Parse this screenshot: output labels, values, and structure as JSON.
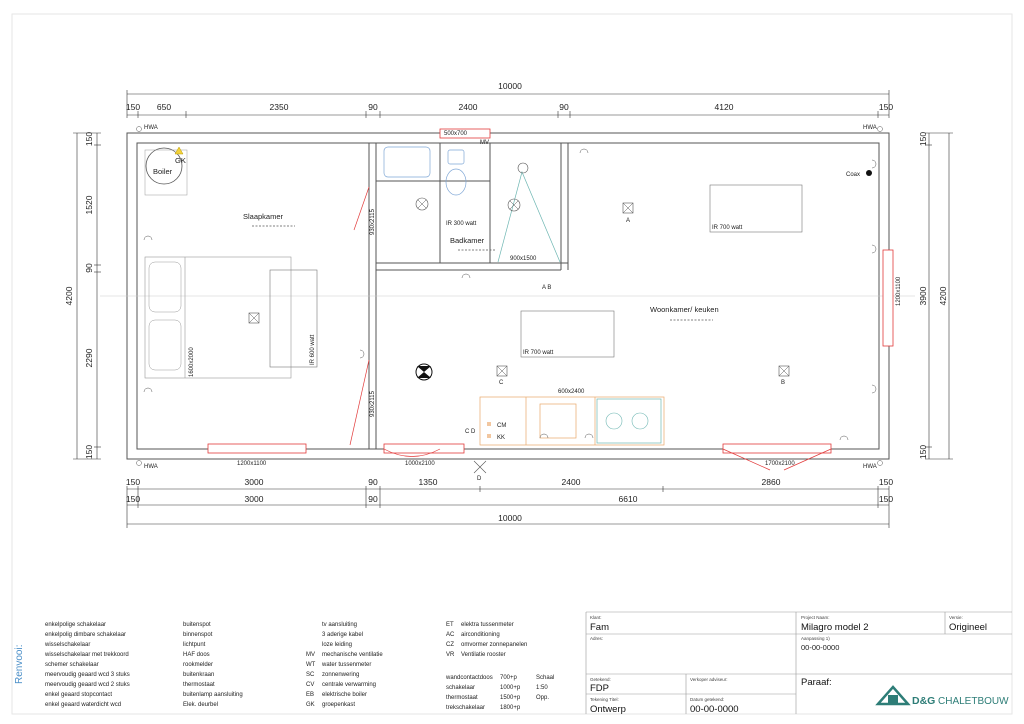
{
  "colors": {
    "line": "#555555",
    "accent": "#e23b3b",
    "logo": "#2d7d77",
    "kitchen": "#e9a86a",
    "legend_title": "#4b8fc8"
  },
  "dimensions": {
    "top_total": "10000",
    "top_segments": [
      "150",
      "650",
      "2350",
      "90",
      "2400",
      "90",
      "4120",
      "150"
    ],
    "bottom_row1": [
      "150",
      "3000",
      "90",
      "1350",
      "2400",
      "2860",
      "150"
    ],
    "bottom_row2": [
      "150",
      "3000",
      "90",
      "6610",
      "150"
    ],
    "bottom_total": "10000",
    "left_segments": [
      "150",
      "1520",
      "90",
      "2290",
      "150"
    ],
    "left_total": "4200",
    "right_segments": [
      "150",
      "3900",
      "150"
    ],
    "right_total": "4200"
  },
  "labels": {
    "hwa": "HWA",
    "boiler": "Boiler",
    "gk": "GK",
    "mv": "MV",
    "mv_size": "500x700",
    "coax": "Coax",
    "slaapkamer": "Slaapkamer",
    "badkamer": "Badkamer",
    "woonkamer": "Woonkamer/ keuken",
    "ir300": "IR 300 watt",
    "ir700a": "IR 700 watt",
    "ir700b": "IR 700 watt",
    "ir600": "IR 600 watt",
    "shower": "900x1500",
    "bed": "1600x2000",
    "door_bed_bath": "930x2115",
    "door_bed_live": "930x2115",
    "window_right": "1200x1100",
    "window_b1": "1200x1100",
    "window_b2": "1000x2100",
    "window_b3": "1700x2100",
    "kitchen": "600x2400",
    "a": "A",
    "ab": "A B",
    "b": "B",
    "c": "C",
    "cd": "C D",
    "d": "D",
    "cm": "CM",
    "kk": "KK"
  },
  "legend": {
    "title": "Renvooi:",
    "col1": [
      "enkelpolige schakelaar",
      "enkelpolig dimbare schakelaar",
      "wisselschakelaar",
      "wisselschakelaar met trekkoord",
      "schemer schakelaar",
      "meervoudig geaard wcd 3 stuks",
      "meervoudig geaard wcd 2 stuks",
      "enkel geaard stopcontact",
      "enkel geaard waterdicht wcd"
    ],
    "col2": [
      "buitenspot",
      "binnenspot",
      "lichtpunt",
      "HAF doos",
      "rookmelder",
      "buitenkraan",
      "thermostaat",
      "buitenlamp aansluiting",
      "Elek. deurbel"
    ],
    "col3": [
      {
        "code": "",
        "text": "tv aansluiting"
      },
      {
        "code": "",
        "text": "3 aderige kabel"
      },
      {
        "code": "",
        "text": "loze leiding"
      },
      {
        "code": "MV",
        "text": "mechanische ventilatie"
      },
      {
        "code": "WT",
        "text": "water tussenmeter"
      },
      {
        "code": "SC",
        "text": "zonnenwering"
      },
      {
        "code": "CV",
        "text": "centrale verwarming"
      },
      {
        "code": "EB",
        "text": "elektrische boiler"
      },
      {
        "code": "GK",
        "text": "groepenkast"
      }
    ],
    "col4": [
      {
        "code": "ET",
        "text": "elektra tussenmeter"
      },
      {
        "code": "AC",
        "text": "airconditioning"
      },
      {
        "code": "CZ",
        "text": "omvormer zonnepanelen"
      },
      {
        "code": "VR",
        "text": "Ventilatie rooster"
      }
    ],
    "heights": [
      {
        "text": "wandcontactdoos",
        "value": "700+p"
      },
      {
        "text": "schakelaar",
        "value": "1000+p"
      },
      {
        "text": "thermostaat",
        "value": "1500+p"
      },
      {
        "text": "trekschakelaar",
        "value": "1800+p"
      }
    ],
    "schaal_label": "Schaal",
    "schaal_value": "1:50",
    "opp_label": "Opp."
  },
  "titleblock": {
    "klant_label": "Klant:",
    "klant": "Fam",
    "adres_label": "Adres:",
    "getekend_label": "Getekend:",
    "getekend": "FDP",
    "verkoper_label": "Verkoper adviseur:",
    "tekening_label": "Tekening Titel:",
    "tekening": "Ontwerp",
    "datum_label": "Datum getekend:",
    "datum": "00-00-0000",
    "project_label": "Project Naam:",
    "project": "Milagro model 2",
    "versie_label": "Versie:",
    "versie": "Origineel",
    "aanpassing_label": "Aanpassing 1)",
    "aanpassing": "00-00-0000",
    "paraaf": "Paraaf:",
    "logo_text": "D&G",
    "logo_text2": "CHALETBOUW"
  }
}
